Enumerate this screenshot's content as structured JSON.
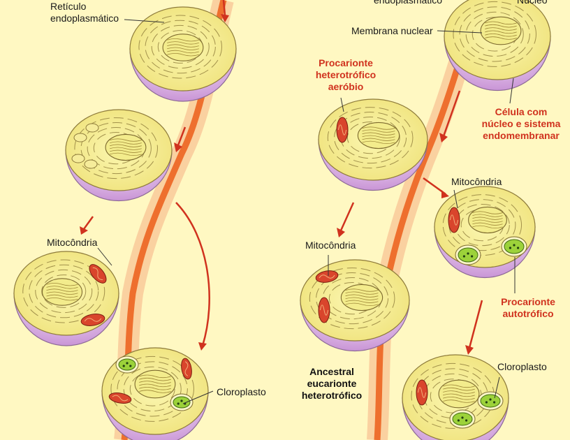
{
  "labels": {
    "reticulo_left": "Retículo\nendoplasmático",
    "mito_left": "Mitocôndria",
    "cloro_left": "Cloroplasto",
    "endo_top_right": "endoplasmático",
    "nucleo_top_right": "Núcleo",
    "membrana_nuclear": "Membrana nuclear",
    "procarionte_aerobio": "Procarionte\nheterotrófico\naeróbio",
    "celula_nucleo": "Célula com\nnúcleo e sistema\nendomembranar",
    "mito_right_upper": "Mitocôndria",
    "mito_right_lower": "Mitocôndria",
    "procarionte_autotrofico": "Procarionte\nautotrófico",
    "ancestral": "Ancestral\neucarionte\nheterotrófico",
    "cloro_right": "Cloroplasto"
  },
  "colors": {
    "background": "#fff8c2",
    "cell_yellow": "#f7f096",
    "cell_purple": "#dcb4e4",
    "red_label": "#d0321e",
    "timeline": "#f08a50",
    "mitochondria": "#d9452c",
    "chloroplast": "#9cd23a"
  }
}
